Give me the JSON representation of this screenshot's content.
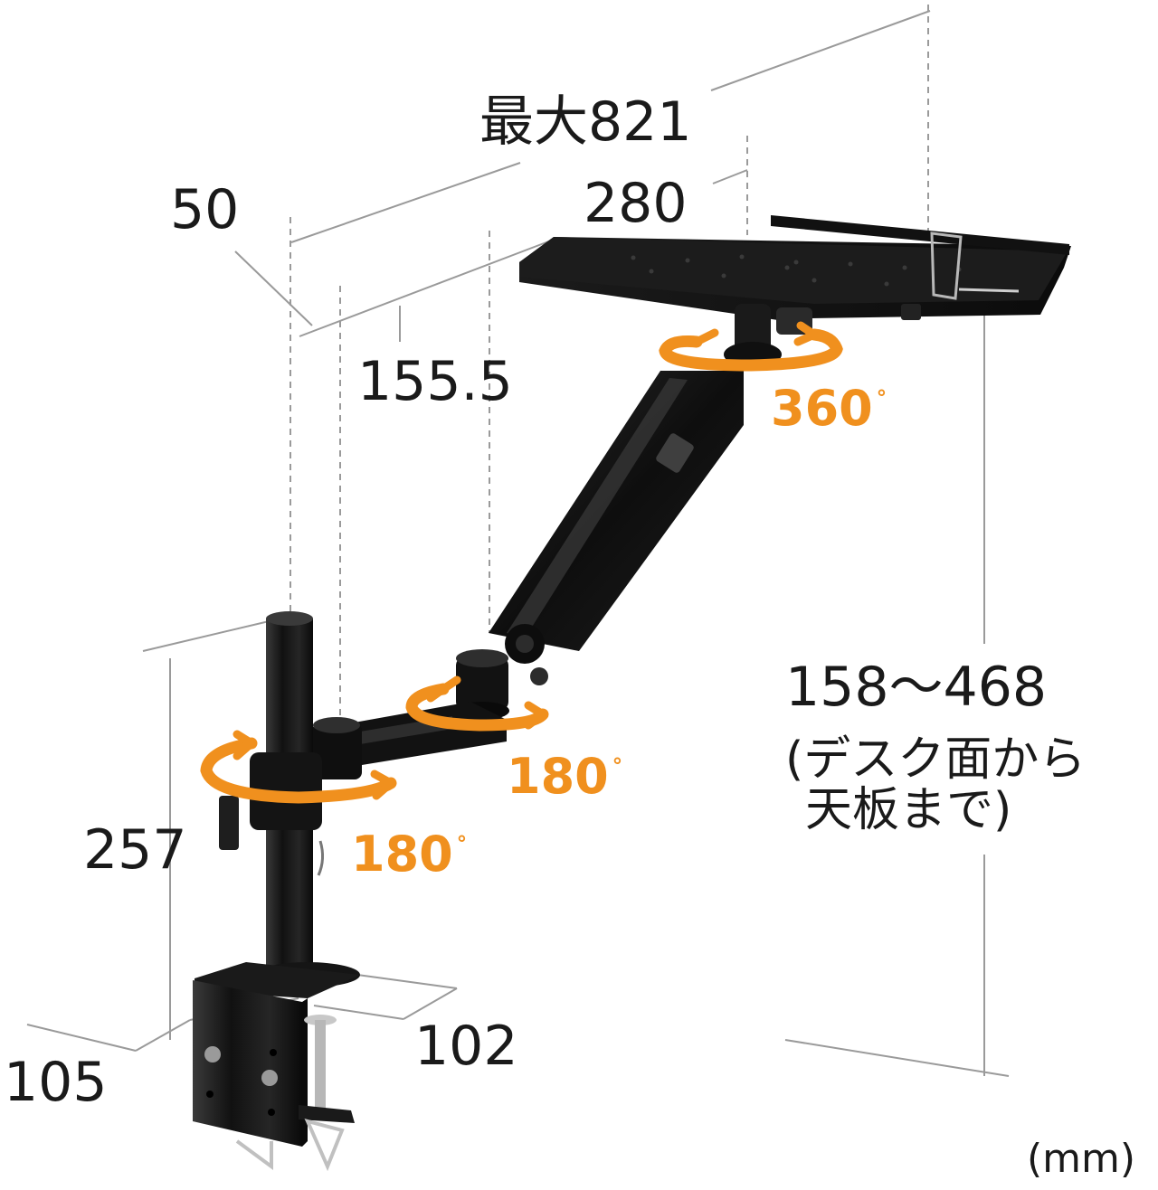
{
  "dimensions": {
    "max_reach": "最大821",
    "tray_depth": "280",
    "pole_offset": "50",
    "arm_segment": "155.5",
    "height_range": "158～468",
    "height_note_line1": "(デスク面から",
    "height_note_line2": "天板まで)",
    "pole_height": "257",
    "clamp_width": "102",
    "clamp_depth": "105",
    "unit": "(mm)"
  },
  "rotations": {
    "tray": {
      "value": "360",
      "symbol": "°"
    },
    "elbow": {
      "value": "180",
      "symbol": "°"
    },
    "base": {
      "value": "180",
      "symbol": "°"
    }
  },
  "colors": {
    "accent": "#f0901e",
    "dimension_line": "#9a9a9a",
    "text": "#1a1a1a",
    "metal": "#151515"
  }
}
